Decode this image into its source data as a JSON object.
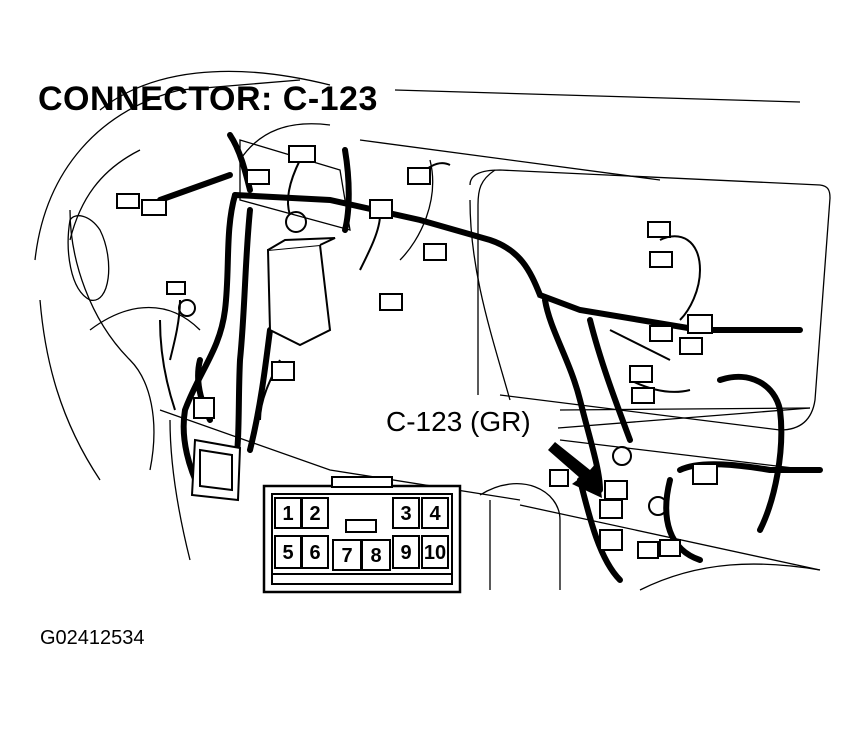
{
  "title": "CONNECTOR: C-123",
  "callout_label": "C-123 (GR)",
  "figure_id": "G02412534",
  "connector_pins": [
    "1",
    "2",
    "3",
    "4",
    "5",
    "6",
    "7",
    "8",
    "9",
    "10"
  ]
}
